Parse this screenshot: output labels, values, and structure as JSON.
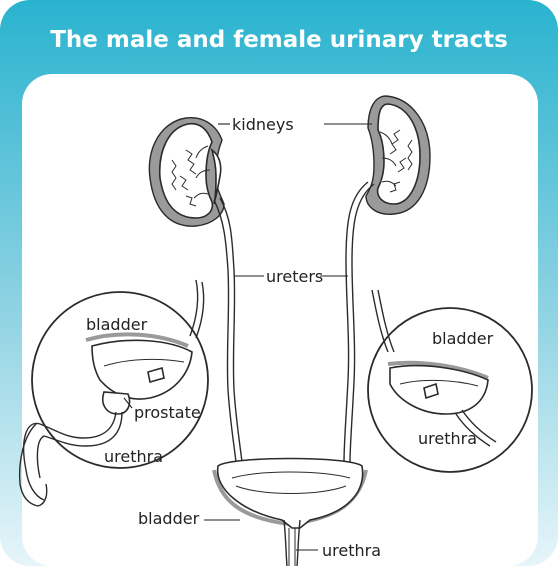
{
  "title": "The male and female urinary tracts",
  "colors": {
    "banner": "#29b3cf",
    "panel_gradient_bottom": "#d6eef4",
    "panel": "#ffffff",
    "cortex_grey": "#9a9a9a"
  },
  "labels": {
    "kidneys": "kidneys",
    "ureters": "ureters",
    "bladder_center": "bladder",
    "urethra_center": "urethra",
    "male_bladder": "bladder",
    "male_prostate": "prostate",
    "male_urethra": "urethra",
    "female_bladder": "bladder",
    "female_urethra": "urethra"
  }
}
